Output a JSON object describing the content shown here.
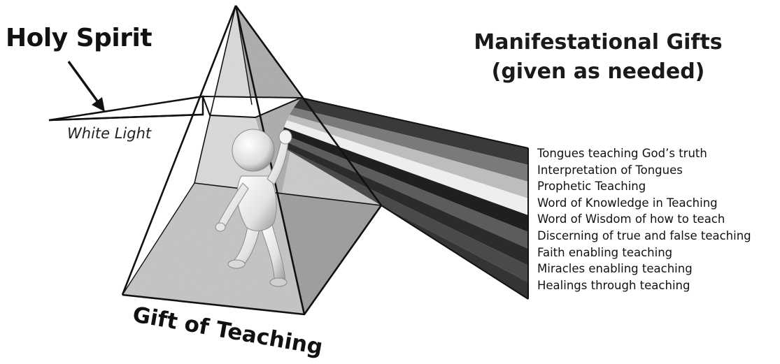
{
  "labels": {
    "holy_spirit": "Holy Spirit",
    "white_light": "White Light",
    "gift_of_teaching": "Gift of Teaching",
    "manifestational_line1": "Manifestational Gifts",
    "manifestational_line2": "(given as needed)"
  },
  "gifts": [
    "Tongues teaching God’s truth",
    "Interpretation of Tongues",
    "Prophetic Teaching",
    "Word of Knowledge in Teaching",
    "Word of Wisdom of how to teach",
    "Discerning of true and false teaching",
    "Faith enabling teaching",
    "Miracles enabling teaching",
    "Healings through teaching"
  ],
  "colors": {
    "beam_bands": [
      "#3a3a3a",
      "#7a7a7a",
      "#bdbdbd",
      "#eeeeee",
      "#1f1f1f",
      "#5c5c5c",
      "#2b2b2b",
      "#4a4a4a",
      "#343434"
    ],
    "prism_face_light": "#c9c9c9",
    "prism_face_dark": "#8c8c8c",
    "ink": "#111111"
  },
  "icons": {
    "figure": "3d-person-figure-icon"
  }
}
